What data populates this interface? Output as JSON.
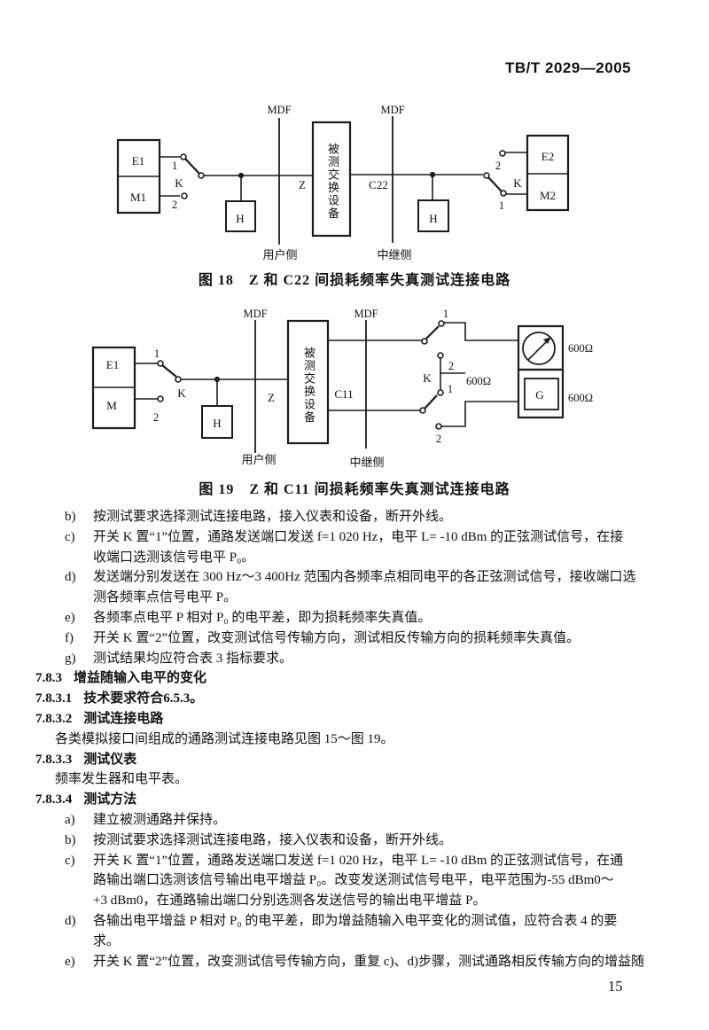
{
  "header": {
    "doc_number": "TB/T 2029—2005"
  },
  "fig18": {
    "caption": "图 18　Z 和 C22 间损耗频率失真测试连接电路",
    "labels": {
      "mdf_left": "MDF",
      "mdf_right": "MDF",
      "e1": "E1",
      "m1": "M1",
      "e2": "E2",
      "m2": "M2",
      "k_left": "K",
      "k_right": "K",
      "pos1_left": "1",
      "pos2_left": "2",
      "pos1_right": "1",
      "pos2_right": "2",
      "h_left": "H",
      "h_right": "H",
      "z": "Z",
      "c22": "C22",
      "dut": "被测交换设备",
      "user_side": "用户侧",
      "trunk_side": "中继侧"
    }
  },
  "fig19": {
    "caption": "图 19　Z 和 C11 间损耗频率失真测试连接电路",
    "labels": {
      "mdf_left": "MDF",
      "mdf_right": "MDF",
      "e1": "E1",
      "m": "M",
      "pos1": "1",
      "pos2": "2",
      "k": "K",
      "h": "H",
      "z": "Z",
      "c11": "C11",
      "dut": "被测交换设备",
      "user_side": "用户侧",
      "trunk_side": "中继侧",
      "sw_top_pos1": "1",
      "sw_mid_pos2": "2",
      "sw_mid_pos1": "1",
      "sw_mid_k": "K",
      "sw_bot_pos2": "2",
      "res_mid": "600Ω",
      "res_top": "600Ω",
      "res_bot": "600Ω",
      "generator": "G"
    }
  },
  "body": {
    "lines": [
      {
        "type": "item",
        "letter": "b)",
        "text": "按测试要求选择测试连接电路，接入仪表和设备，断开外线。"
      },
      {
        "type": "item",
        "letter": "c)",
        "text": "开关 K 置“1”位置，通路发送端口发送 f=1 020 Hz，电平 L= -10 dBm 的正弦测试信号，在接"
      },
      {
        "type": "cont",
        "text": "收端口选测该信号电平 P₀。"
      },
      {
        "type": "item",
        "letter": "d)",
        "text": "发送端分别发送在 300 Hz～3 400Hz 范围内各频率点相同电平的各正弦测试信号，接收端口选"
      },
      {
        "type": "cont",
        "text": "测各频率点信号电平 P。"
      },
      {
        "type": "item",
        "letter": "e)",
        "text": "各频率点电平 P 相对 P₀ 的电平差，即为损耗频率失真值。"
      },
      {
        "type": "item",
        "letter": "f)",
        "text": "开关 K 置“2”位置，改变测试信号传输方向，测试相反传输方向的损耗频率失真值。"
      },
      {
        "type": "item",
        "letter": "g)",
        "text": "测试结果均应符合表 3 指标要求。"
      },
      {
        "type": "head",
        "letter": "7.8.3",
        "text": "增益随输入电平的变化"
      },
      {
        "type": "head",
        "letter": "7.8.3.1",
        "text": "技术要求符合6.5.3。"
      },
      {
        "type": "head",
        "letter": "7.8.3.2",
        "text": "测试连接电路"
      },
      {
        "type": "para",
        "text": "各类模拟接口间组成的通路测试连接电路见图 15～图 19。"
      },
      {
        "type": "head",
        "letter": "7.8.3.3",
        "text": "测试仪表"
      },
      {
        "type": "para",
        "text": "频率发生器和电平表。"
      },
      {
        "type": "head",
        "letter": "7.8.3.4",
        "text": "测试方法"
      },
      {
        "type": "item",
        "letter": "a)",
        "text": "建立被测通路并保持。"
      },
      {
        "type": "item",
        "letter": "b)",
        "text": "按测试要求选择测试连接电路，接入仪表和设备，断开外线。"
      },
      {
        "type": "item",
        "letter": "c)",
        "text": "开关 K 置“1”位置，通路发送端口发送 f=1 020 Hz，电平 L= -10 dBm 的正弦测试信号，在通"
      },
      {
        "type": "cont",
        "text": "路输出端口选测该信号输出电平增益 P₀。改变发送测试信号电平，电平范围为-55 dBm0～"
      },
      {
        "type": "cont",
        "text": "+3 dBm0，在通路输出端口分别选测各发送信号的输出电平增益 P。"
      },
      {
        "type": "item",
        "letter": "d)",
        "text": "各输出电平增益 P 相对 P₀ 的电平差，即为增益随输入电平变化的测试值，应符合表 4 的要"
      },
      {
        "type": "cont",
        "text": "求。"
      },
      {
        "type": "item",
        "letter": "e)",
        "text": "开关 K 置“2”位置，改变测试信号传输方向，重复 c)、d)步骤，测试通路相反传输方向的增益随"
      }
    ]
  },
  "footer": {
    "page_number": "15"
  }
}
